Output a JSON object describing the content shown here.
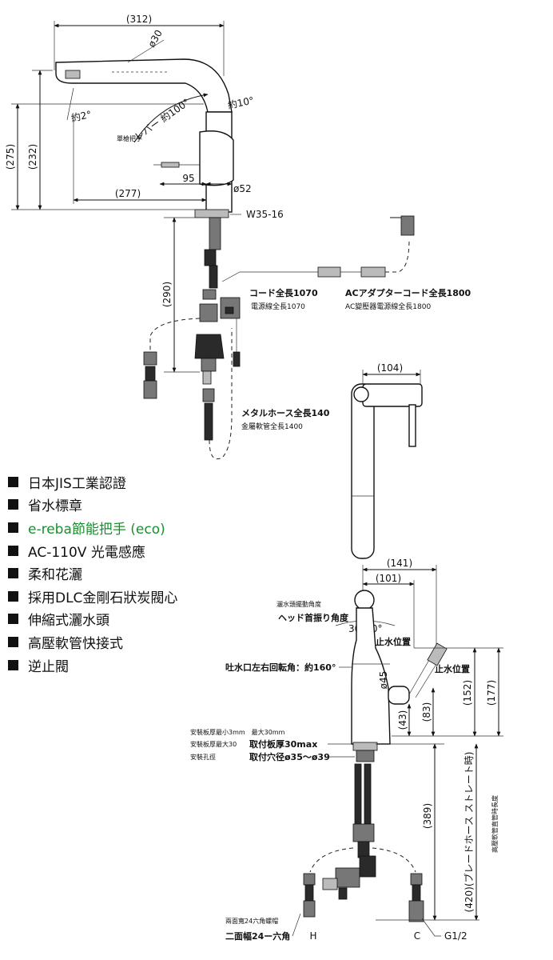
{
  "top_view": {
    "dim_312": "(312)",
    "dim_30": "ø30",
    "dim_275": "(275)",
    "dim_232": "(232)",
    "angle_2": "約2°",
    "lever_100": "レバー 約100°",
    "angle_10": "約10°",
    "single_lever_cn": "單槍把手",
    "dim_95": "95",
    "dim_52": "ø52",
    "dim_277": "(277)",
    "thread": "W35-16",
    "dim_290": "(290)",
    "cord_jp": "コード全長1070",
    "cord_cn": "電源線全長1070",
    "adapter_jp": "ACアダプターコード全長1800",
    "adapter_cn": "AC變壓器電源線全長1800",
    "hose_jp": "メタルホース全長140",
    "hose_cn": "金屬軟管全長1400"
  },
  "side_view": {
    "dim_104": "(104)"
  },
  "features": [
    {
      "text": "日本JIS工業認證",
      "green": false
    },
    {
      "text": "省水標章",
      "green": false
    },
    {
      "text": "e-reba節能把手 (eco)",
      "green": true
    },
    {
      "text": "AC-110V 光電感應",
      "green": false
    },
    {
      "text": "柔和花灑",
      "green": false
    },
    {
      "text": "採用DLC金剛石狀炭閥心",
      "green": false
    },
    {
      "text": "伸縮式灑水頭",
      "green": false
    },
    {
      "text": "高壓軟管快接式",
      "green": false
    },
    {
      "text": "逆止閥",
      "green": false
    }
  ],
  "front_view": {
    "dim_141": "(141)",
    "dim_101": "(101)",
    "head_angle_cn": "灑水頭擺動角度",
    "head_angle_jp": "ヘッド首振り角度",
    "angle_30": "30°30°",
    "stop_position_1": "止水位置",
    "stop_position_2": "止水位置",
    "spout_rotation": "吐水口左右回転角：約160°",
    "dim_45": "ø45",
    "dim_152": "(152)",
    "dim_177": "(177)",
    "dim_43": "(43)",
    "dim_83": "(83)",
    "plate_cn_1": "安裝板厚最小3mm　最大30mm",
    "plate_cn_2": "安裝板厚最大30",
    "hole_cn": "安裝孔徑",
    "plate_jp": "取付板厚30max",
    "hole_jp": "取付穴径ø35～ø39",
    "dim_389": "(389)",
    "braid_hose": "(420)(ブレードホース ストレート時)",
    "braid_cn": "高壓軟管直管時長度",
    "hex_cn": "兩面寬24六角螺帽",
    "hex_jp": "二面幅24ー六角",
    "h_label": "H",
    "c_label": "C",
    "g_label": "G1/2"
  }
}
